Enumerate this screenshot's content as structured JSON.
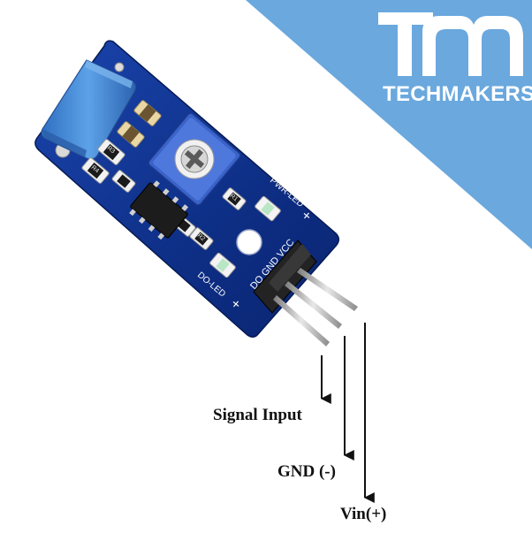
{
  "brand": {
    "name": "TECHMAKERS",
    "logo": "TM",
    "color": "#6aa8de"
  },
  "board": {
    "silkscreen": {
      "pwr_led": "PWR-LED",
      "do_led": "DO-LED",
      "pins": "DO GND VCC",
      "r1": "R1",
      "r2": "R2",
      "r3": "R3",
      "r4": "R4",
      "plus": "+"
    }
  },
  "pins": [
    {
      "label": "Signal Input",
      "name": "DO"
    },
    {
      "label": "GND (-)",
      "name": "GND"
    },
    {
      "label": "Vin(+)",
      "name": "VCC"
    }
  ],
  "colors": {
    "pcb": "#0e2f86",
    "trimmer": "#3a63c9",
    "tilt_switch": "#4a8ed8",
    "header": "#222222"
  }
}
